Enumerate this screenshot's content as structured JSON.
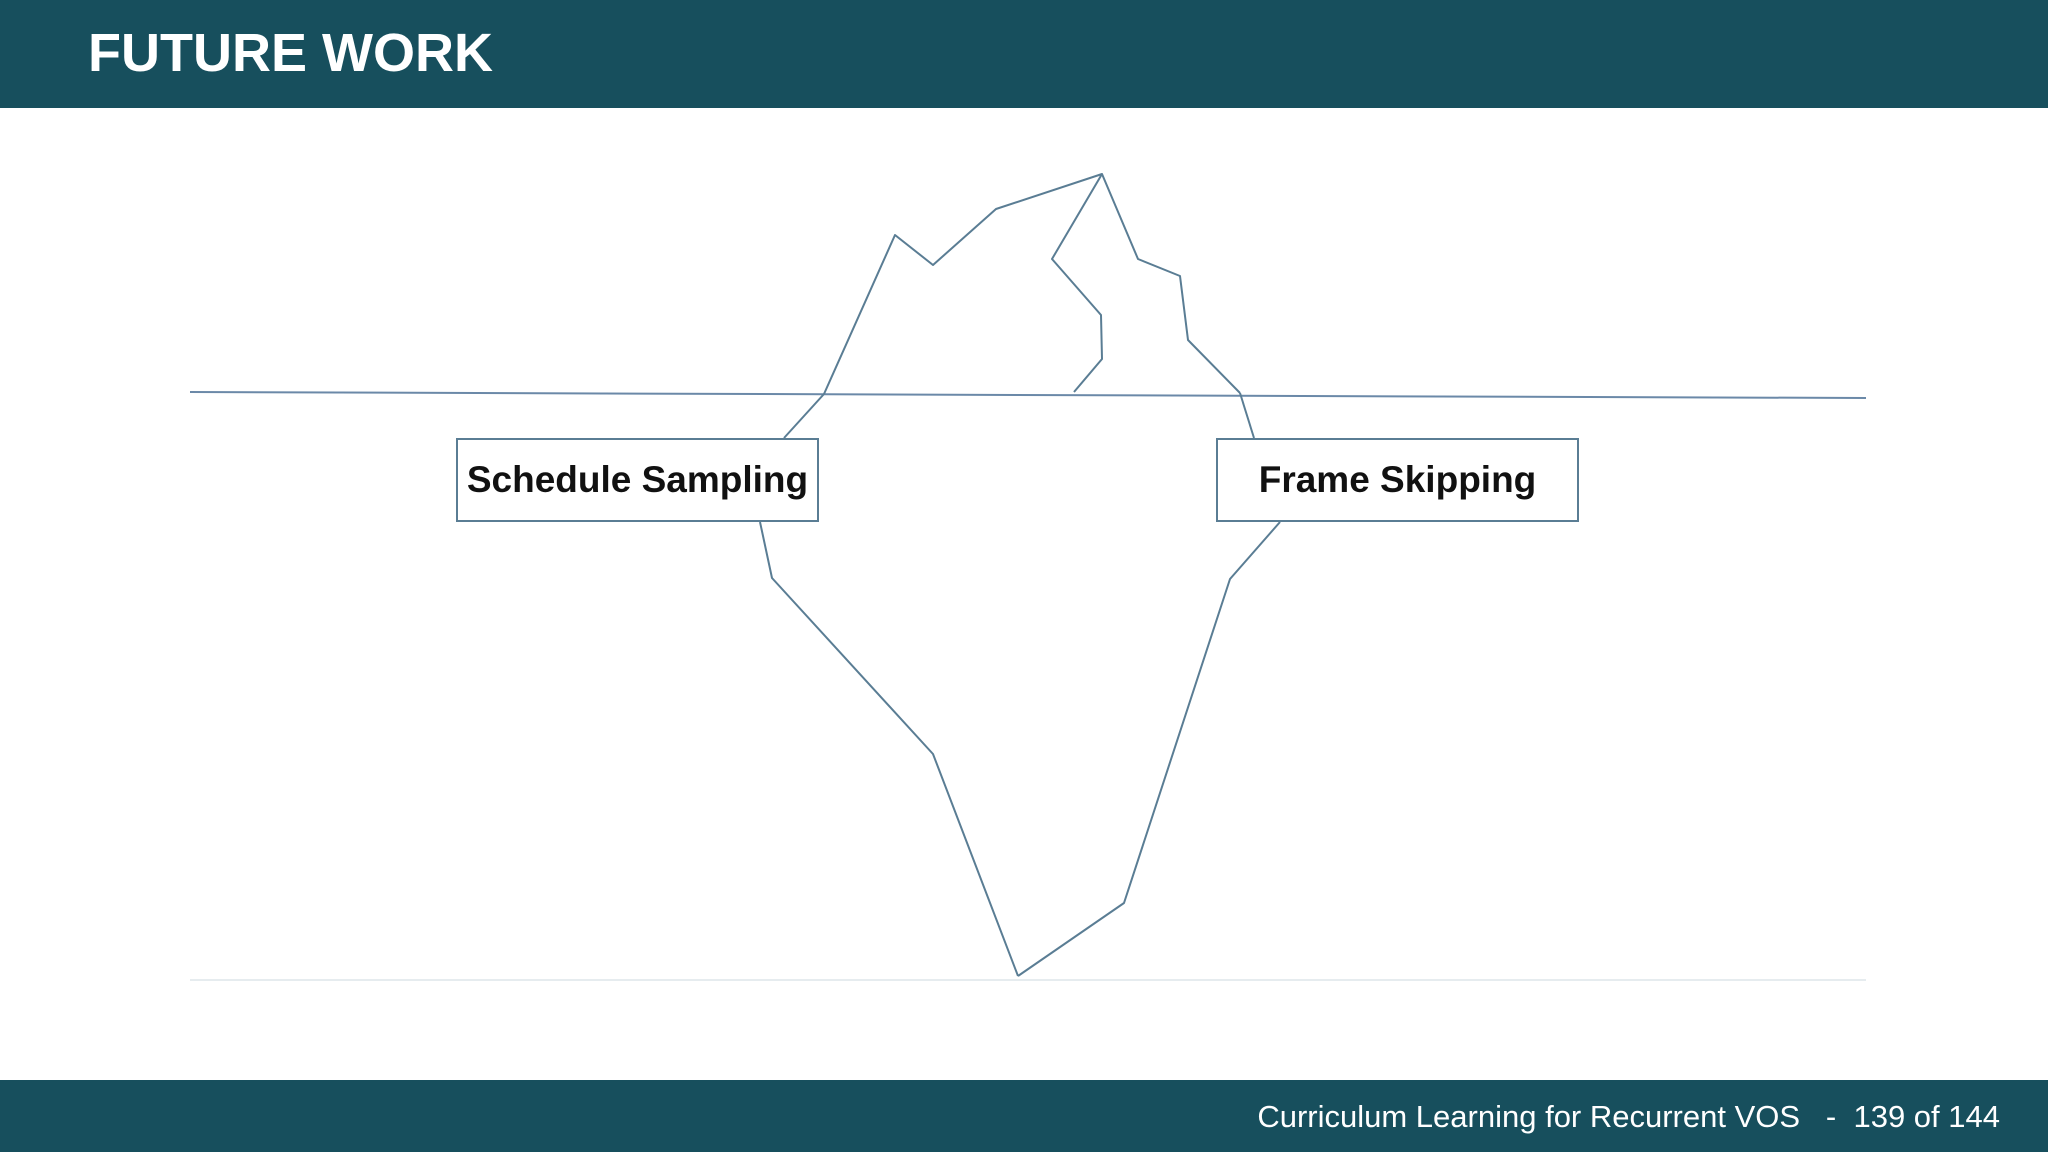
{
  "header": {
    "title": "FUTURE WORK"
  },
  "diagram": {
    "labels": {
      "left": "Schedule Sampling",
      "right": "Frame Skipping"
    },
    "colors": {
      "outline": "#5a7d94",
      "water_line": "#6b89a8",
      "seabed_line": "#e6ecef"
    }
  },
  "footer": {
    "deck_title": "Curriculum Learning for Recurrent VOS",
    "separator": "-",
    "page_indicator": "139 of 144"
  },
  "theme": {
    "bar_color": "#174f5d"
  }
}
